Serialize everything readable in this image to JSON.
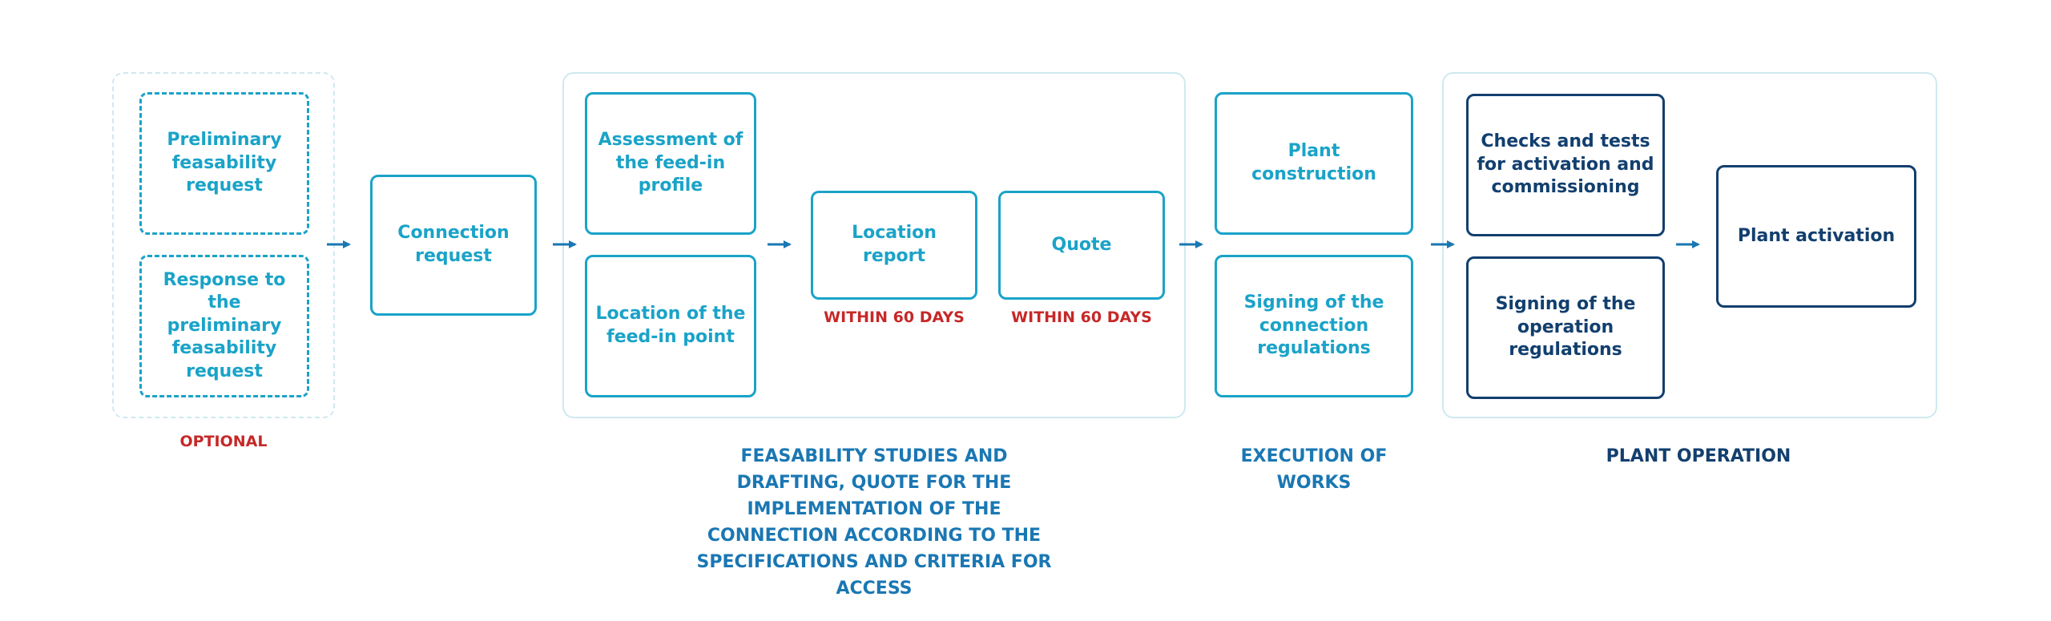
{
  "optional_group": {
    "boxes": [
      "Preliminary feasability request",
      "Response to the preliminary feasability request"
    ],
    "label": "OPTIONAL"
  },
  "connection_request": "Connection request",
  "feasibility_group": {
    "assessment": "Assessment of the feed-in profile",
    "location_point": "Location of the feed-in point",
    "location_report": "Location report",
    "location_report_note": "WITHIN 60 DAYS",
    "quote": "Quote",
    "quote_note": "WITHIN 60 DAYS",
    "label": "FEASABILITY STUDIES AND DRAFTING, QUOTE FOR THE IMPLEMENTATION OF THE CONNECTION ACCORDING TO THE SPECIFICATIONS AND CRITERIA FOR ACCESS"
  },
  "execution_group": {
    "plant_construction": "Plant construction",
    "signing_connection": "Signing of the connection regulations",
    "label": "EXECUTION OF WORKS"
  },
  "operation_group": {
    "checks": "Checks and tests for activation and commissioning",
    "signing_operation": "Signing of the operation regulations",
    "plant_activation": "Plant activation",
    "label": "PLANT OPERATION"
  },
  "colors": {
    "teal": "#1aa3c8",
    "navy": "#123f6e",
    "red": "#c62828",
    "arrow": "#1a77b3",
    "group_border": "#cfe9f0"
  }
}
